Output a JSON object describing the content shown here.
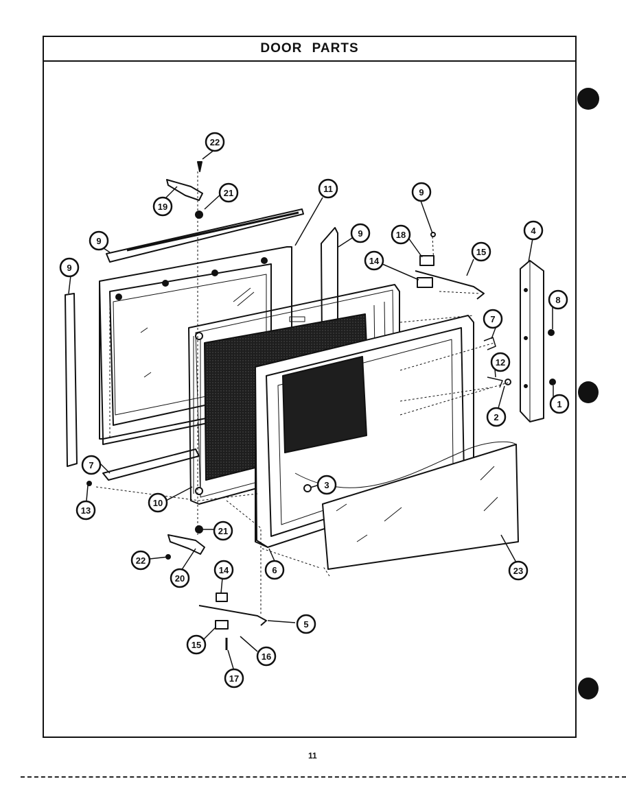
{
  "title": "DOOR PARTS",
  "page_number": "11",
  "colors": {
    "ink": "#111111",
    "paper": "#ffffff",
    "screen": "#1e1e1e"
  },
  "callouts": [
    {
      "label": "22",
      "name": "screw"
    },
    {
      "label": "21",
      "name": "hinge-pin"
    },
    {
      "label": "19",
      "name": "upper-hinge"
    },
    {
      "label": "11",
      "name": "inner-door-panel"
    },
    {
      "label": "9",
      "name": "top-trim"
    },
    {
      "label": "9",
      "name": "left-trim"
    },
    {
      "label": "9",
      "name": "right-trim"
    },
    {
      "label": "9",
      "name": "bottom-trim"
    },
    {
      "label": "18",
      "name": "screw"
    },
    {
      "label": "14",
      "name": "latch-bracket"
    },
    {
      "label": "15",
      "name": "latch-block"
    },
    {
      "label": "4",
      "name": "upper-latch-rod"
    },
    {
      "label": "8",
      "name": "door-handle"
    },
    {
      "label": "7",
      "name": "handle-screw"
    },
    {
      "label": "12",
      "name": "latch-spring"
    },
    {
      "label": "2",
      "name": "latch-lever"
    },
    {
      "label": "1",
      "name": "pivot"
    },
    {
      "label": "7",
      "name": "handle-screw"
    },
    {
      "label": "13",
      "name": "screw"
    },
    {
      "label": "10",
      "name": "door-frame"
    },
    {
      "label": "3",
      "name": "glass-clip"
    },
    {
      "label": "21",
      "name": "hinge-pin"
    },
    {
      "label": "22",
      "name": "screw"
    },
    {
      "label": "20",
      "name": "lower-hinge"
    },
    {
      "label": "6",
      "name": "outer-door-frame"
    },
    {
      "label": "23",
      "name": "outer-glass"
    },
    {
      "label": "14",
      "name": "latch-bracket"
    },
    {
      "label": "5",
      "name": "lower-latch-rod"
    },
    {
      "label": "15",
      "name": "latch-block"
    },
    {
      "label": "16",
      "name": "washer"
    },
    {
      "label": "17",
      "name": "screw"
    }
  ]
}
